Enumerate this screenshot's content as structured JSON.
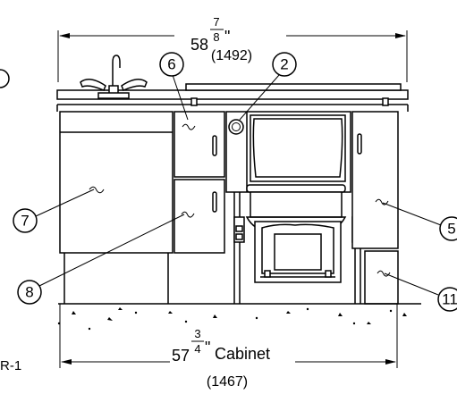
{
  "top_dimension": {
    "whole": "58",
    "numerator": "7",
    "denominator": "8",
    "unit": "\"",
    "metric": "(1492)"
  },
  "bottom_dimension": {
    "whole": "57",
    "numerator": "3",
    "denominator": "4",
    "unit": "\"",
    "suffix": "Cabinet",
    "metric": "(1467)"
  },
  "side_label": "R-1",
  "callouts": [
    "6",
    "2",
    "7",
    "8",
    "5",
    "11"
  ]
}
